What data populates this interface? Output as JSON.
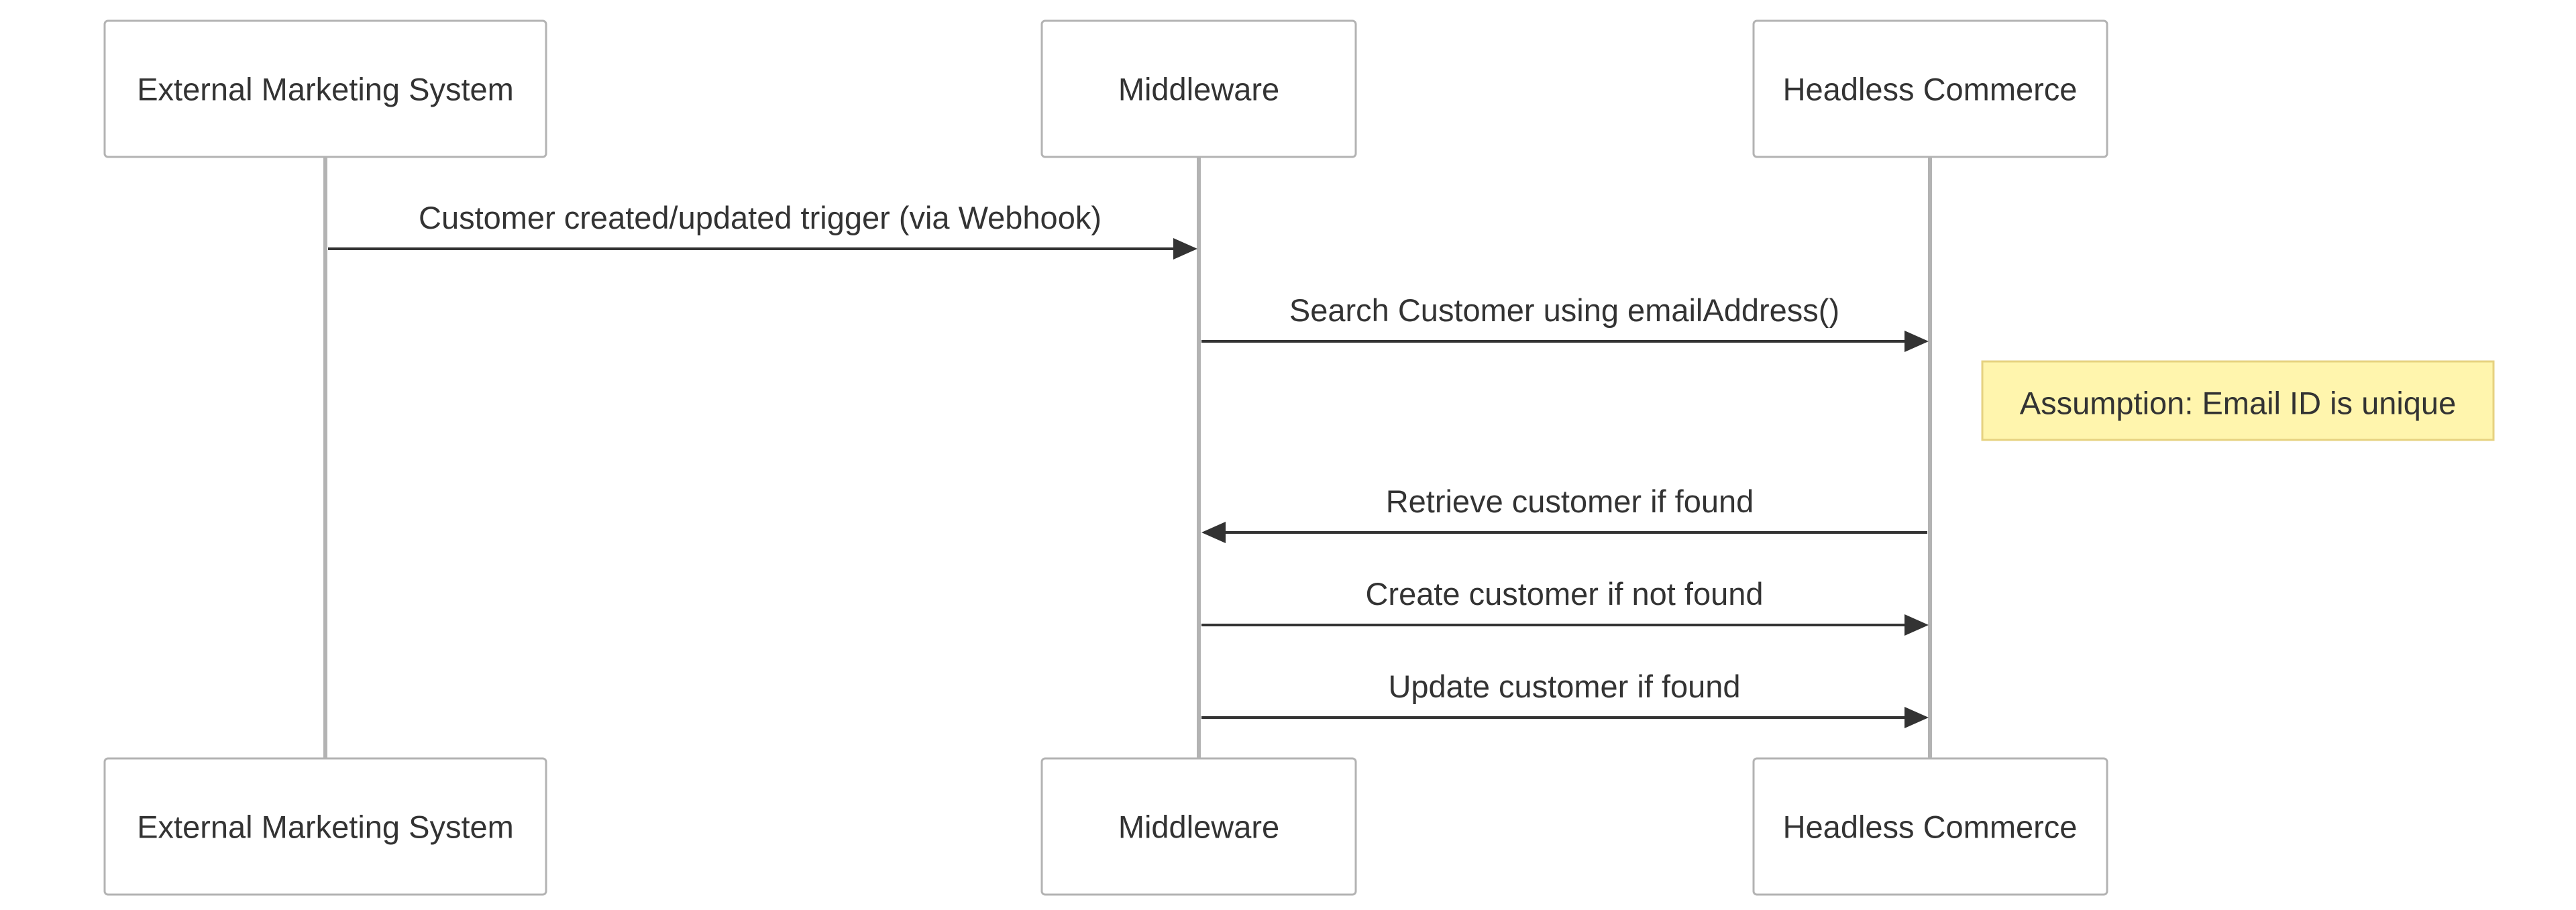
{
  "participants": [
    {
      "id": "ems",
      "label": "External Marketing System"
    },
    {
      "id": "mw",
      "label": "Middleware"
    },
    {
      "id": "hc",
      "label": "Headless Commerce"
    }
  ],
  "messages": [
    {
      "from": "ems",
      "to": "mw",
      "label": "Customer created/updated trigger (via Webhook)"
    },
    {
      "from": "mw",
      "to": "hc",
      "label": "Search Customer using emailAddress()"
    },
    {
      "from": "hc",
      "to": "mw",
      "label": "Retrieve customer if found"
    },
    {
      "from": "mw",
      "to": "hc",
      "label": "Create customer if not found"
    },
    {
      "from": "mw",
      "to": "hc",
      "label": "Update customer if found"
    }
  ],
  "note": {
    "over": "hc",
    "placement": "right-of",
    "label": "Assumption: Email ID is unique"
  },
  "colors": {
    "actor_border": "#b3b3b3",
    "lifeline": "#b3b3b3",
    "text": "#333333",
    "arrow": "#333333",
    "note_fill": "#fff5ad",
    "note_border": "#e6d280"
  }
}
